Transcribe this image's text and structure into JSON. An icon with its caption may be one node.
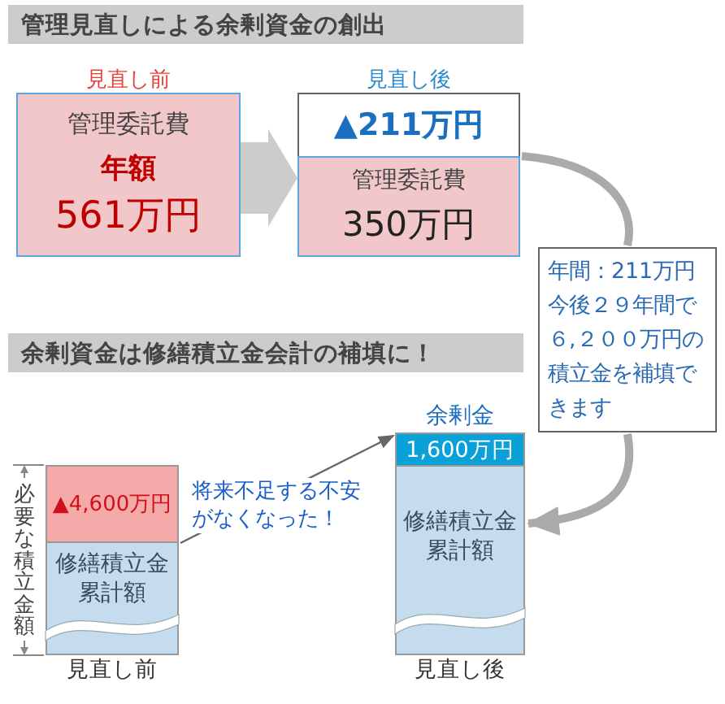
{
  "diagram": {
    "title": "管理見直しによる余剰資金の創出",
    "nodes": [
      {
        "text": [
          "管理委託費",
          "年額",
          "561万円"
        ],
        "beside": [
          "見直し前"
        ]
      },
      {
        "text": [
          "▲211万円"
        ],
        "beside": [
          "見直し後"
        ]
      },
      {
        "text": [
          "管理委託費",
          "350万円"
        ]
      },
      {
        "text": [
          "年間：211万円今後２９年間で６,２００万円の積立金を補填できます"
        ]
      },
      {
        "text": [
          "▲4,600万円"
        ]
      },
      {
        "text": [
          "修繕積立金累計額"
        ],
        "beside": [
          "見直し前"
        ]
      },
      {
        "text": [
          "1,600万円"
        ],
        "beside": [
          "余剰金"
        ]
      },
      {
        "text": [
          "修繕積立金累計額"
        ],
        "beside": [
          "見直し後"
        ]
      }
    ],
    "edges": [
      {
        "from": 0,
        "to": 2,
        "arrow": "to"
      },
      {
        "from": 2,
        "to": 3,
        "arrow": "none"
      },
      {
        "from": 3,
        "to": 7,
        "arrow": "to"
      },
      {
        "from": 4,
        "to": 6,
        "arrow": "to",
        "label": "将来不足する不安がなくなった！",
        "color": "#666666"
      }
    ],
    "labels": [
      "余剰資金は修繕積立金会計の補填に！",
      "必要な積立金額"
    ]
  }
}
